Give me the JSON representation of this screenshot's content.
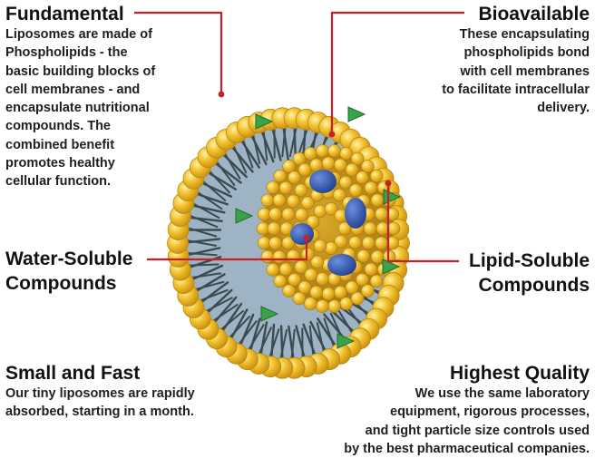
{
  "callouts": {
    "fundamental": {
      "title": "Fundamental",
      "lines": [
        "Liposomes are made of",
        "Phospholipids - the",
        "basic building blocks of",
        "cell membranes - and",
        "encapsulate nutritional",
        "compounds. The",
        "combined benefit",
        "promotes healthy",
        "cellular function."
      ]
    },
    "bioavailable": {
      "title": "Bioavailable",
      "lines": [
        "These encapsulating",
        "phospholipids bond",
        "with cell membranes",
        "to facilitate intracellular",
        "delivery."
      ]
    },
    "water_soluble": {
      "title_lines": [
        "Water-Soluble",
        "Compounds"
      ]
    },
    "lipid_soluble": {
      "title_lines": [
        "Lipid-Soluble",
        "Compounds"
      ]
    },
    "small_fast": {
      "title": "Small and Fast",
      "lines": [
        "Our tiny liposomes are rapidly",
        "absorbed, starting in a month."
      ]
    },
    "highest_quality": {
      "title": "Highest Quality",
      "lines": [
        "We use the same laboratory",
        "equipment, rigorous processes,",
        "and tight particle size controls used",
        "by the best pharmaceutical companies."
      ]
    }
  },
  "colors": {
    "lipid_head": "#f2c230",
    "lipid_head_shade": "#c98f10",
    "membrane_fill": "#9eb3c3",
    "tail": "#3a4a50",
    "water_molecule": "#2f55a8",
    "lipid_molecule": "#3aa24a",
    "leader_line": "#c8202a"
  },
  "icons": [
    "liposome-illustration"
  ]
}
